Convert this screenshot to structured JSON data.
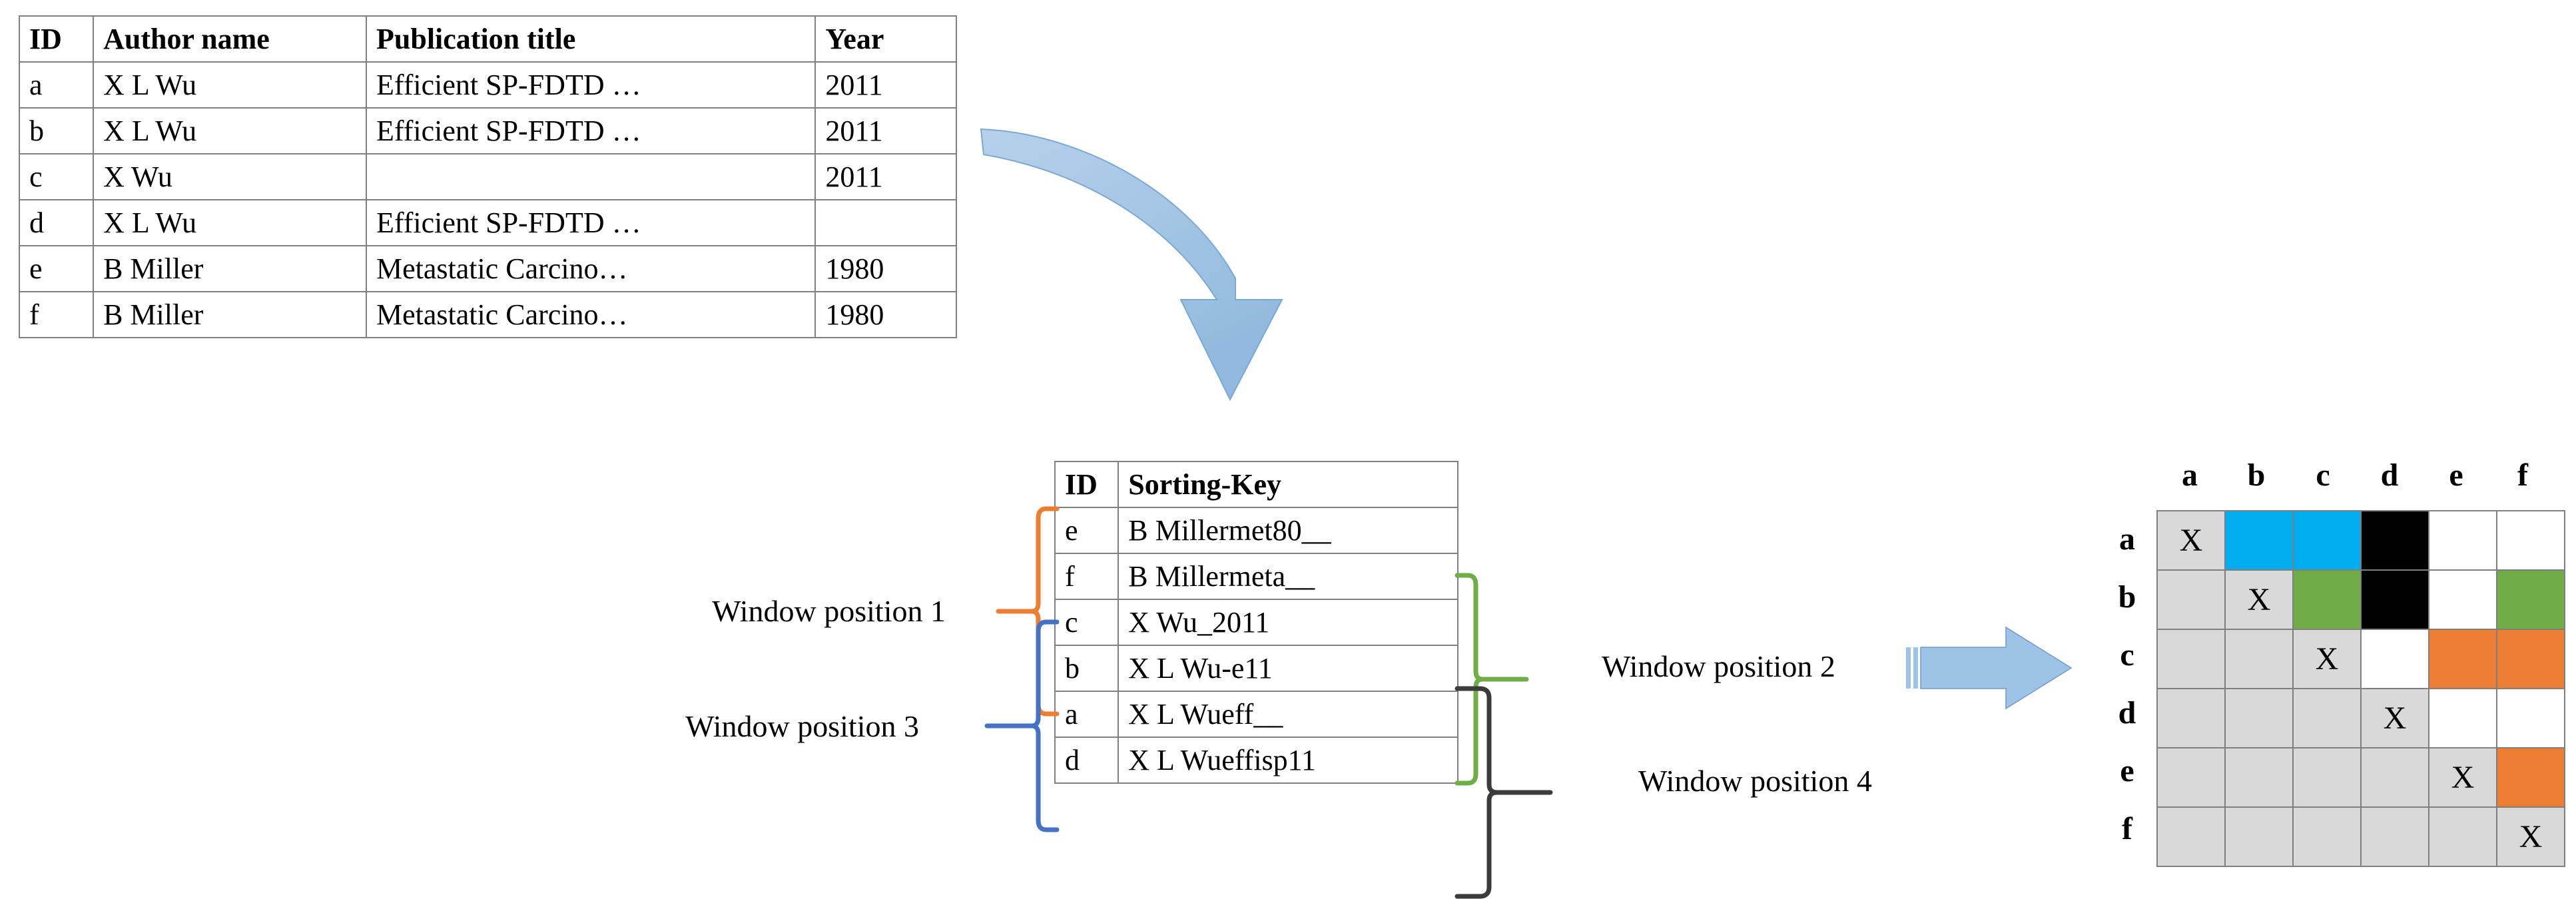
{
  "source_table": {
    "name": "source-records-table",
    "headers": [
      "ID",
      "Author name",
      "Publication title",
      "Year"
    ],
    "rows": [
      {
        "id": "a",
        "author": "X L Wu",
        "title": "Efficient SP-FDTD …",
        "year": "2011"
      },
      {
        "id": "b",
        "author": "X L Wu",
        "title": "Efficient SP-FDTD …",
        "year": "2011"
      },
      {
        "id": "c",
        "author": "X Wu",
        "title": "",
        "year": "2011"
      },
      {
        "id": "d",
        "author": "X L Wu",
        "title": "Efficient SP-FDTD …",
        "year": ""
      },
      {
        "id": "e",
        "author": "B Miller",
        "title": "Metastatic Carcino…",
        "year": "1980"
      },
      {
        "id": "f",
        "author": "B Miller",
        "title": "Metastatic Carcino…",
        "year": "1980"
      }
    ]
  },
  "sorting_table": {
    "name": "sorting-key-table",
    "headers": [
      "ID",
      "Sorting-Key"
    ],
    "rows": [
      {
        "id": "e",
        "key": "B Millermet80__"
      },
      {
        "id": "f",
        "key": "B Millermeta__"
      },
      {
        "id": "c",
        "key": "X Wu_2011"
      },
      {
        "id": "b",
        "key": "X L Wu-e11"
      },
      {
        "id": "a",
        "key": "X L Wueff__"
      },
      {
        "id": "d",
        "key": "X L Wueffisp11"
      }
    ]
  },
  "windows": [
    {
      "id": "wp1",
      "label": "Window position 1",
      "color": "#ed7d31",
      "rows": [
        "e",
        "f",
        "c"
      ]
    },
    {
      "id": "wp2",
      "label": "Window position 2",
      "color": "#70ad47",
      "rows": [
        "f",
        "c",
        "b"
      ]
    },
    {
      "id": "wp3",
      "label": "Window position 3",
      "color": "#4472c4",
      "rows": [
        "c",
        "b",
        "a"
      ]
    },
    {
      "id": "wp4",
      "label": "Window position 4",
      "color": "#404040",
      "rows": [
        "b",
        "a",
        "d"
      ]
    }
  ],
  "matrix": {
    "name": "comparison-matrix",
    "col_headers": [
      "a",
      "b",
      "c",
      "d",
      "e",
      "f"
    ],
    "row_headers": [
      "a",
      "b",
      "c",
      "d",
      "e",
      "f"
    ],
    "mark": "X",
    "colors": {
      "gray": "#d9d9d9",
      "white": "#ffffff",
      "blue": "#00adee",
      "green": "#70ad47",
      "orange": "#ed7d31",
      "black": "#000000"
    },
    "cells": [
      [
        {
          "fill": "gray",
          "text": "X"
        },
        {
          "fill": "blue",
          "text": ""
        },
        {
          "fill": "blue",
          "text": ""
        },
        {
          "fill": "black",
          "text": ""
        },
        {
          "fill": "white",
          "text": ""
        },
        {
          "fill": "white",
          "text": ""
        }
      ],
      [
        {
          "fill": "gray",
          "text": ""
        },
        {
          "fill": "gray",
          "text": "X"
        },
        {
          "fill": "green",
          "text": ""
        },
        {
          "fill": "black",
          "text": ""
        },
        {
          "fill": "white",
          "text": ""
        },
        {
          "fill": "green",
          "text": ""
        }
      ],
      [
        {
          "fill": "gray",
          "text": ""
        },
        {
          "fill": "gray",
          "text": ""
        },
        {
          "fill": "gray",
          "text": "X"
        },
        {
          "fill": "white",
          "text": ""
        },
        {
          "fill": "orange",
          "text": ""
        },
        {
          "fill": "orange",
          "text": ""
        }
      ],
      [
        {
          "fill": "gray",
          "text": ""
        },
        {
          "fill": "gray",
          "text": ""
        },
        {
          "fill": "gray",
          "text": ""
        },
        {
          "fill": "gray",
          "text": "X"
        },
        {
          "fill": "white",
          "text": ""
        },
        {
          "fill": "white",
          "text": ""
        }
      ],
      [
        {
          "fill": "gray",
          "text": ""
        },
        {
          "fill": "gray",
          "text": ""
        },
        {
          "fill": "gray",
          "text": ""
        },
        {
          "fill": "gray",
          "text": ""
        },
        {
          "fill": "gray",
          "text": "X"
        },
        {
          "fill": "orange",
          "text": ""
        }
      ],
      [
        {
          "fill": "gray",
          "text": ""
        },
        {
          "fill": "gray",
          "text": ""
        },
        {
          "fill": "gray",
          "text": ""
        },
        {
          "fill": "gray",
          "text": ""
        },
        {
          "fill": "gray",
          "text": ""
        },
        {
          "fill": "gray",
          "text": "X"
        }
      ]
    ]
  },
  "arrows": {
    "curved": {
      "name": "curved-transform-arrow",
      "color": "#9dc3e6"
    },
    "straight": {
      "name": "straight-compare-arrow",
      "color": "#9dc3e6"
    }
  }
}
